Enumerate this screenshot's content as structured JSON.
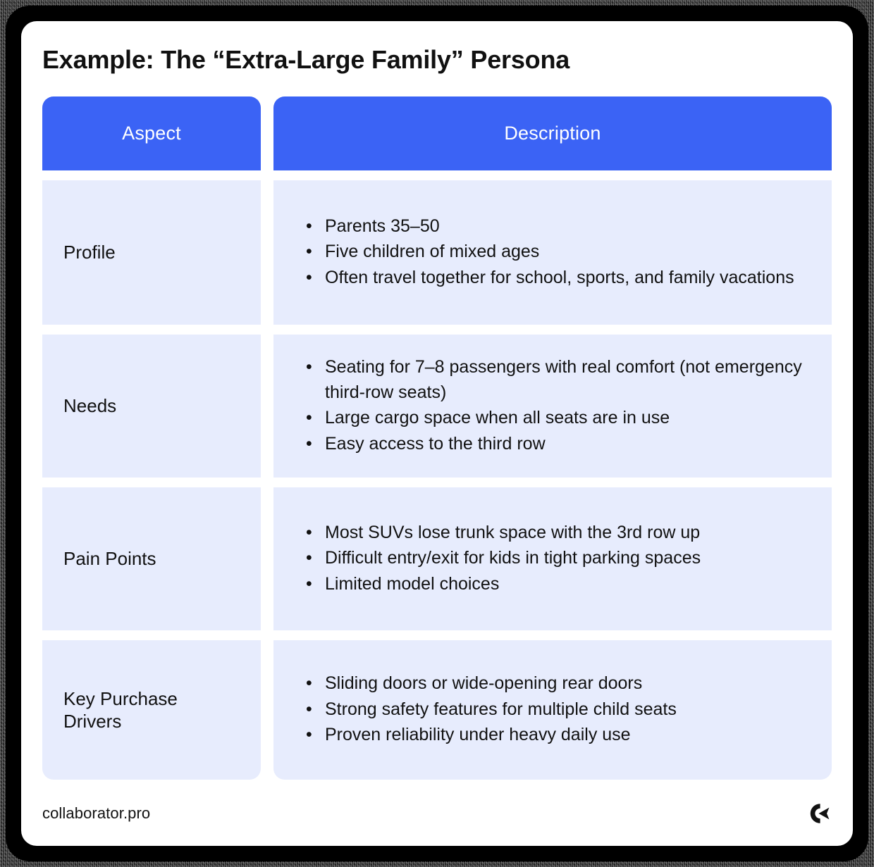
{
  "page": {
    "title": "Example: The “Extra-Large Family” Persona"
  },
  "colors": {
    "header_blue": "#3b63f5",
    "cell_background": "#e7ecfd",
    "text": "#111111",
    "card_background": "#ffffff",
    "frame": "#000000"
  },
  "table": {
    "headers": {
      "aspect": "Aspect",
      "description": "Description"
    },
    "rows": [
      {
        "aspect": "Profile",
        "bullets": [
          "Parents 35–50",
          "Five children of mixed ages",
          "Often travel together for school, sports, and family vacations"
        ]
      },
      {
        "aspect": "Needs",
        "bullets": [
          "Seating for 7–8 passengers with real comfort (not emergency third-row seats)",
          "Large cargo space when all seats are in use",
          "Easy access to the third row"
        ]
      },
      {
        "aspect": "Pain Points",
        "bullets": [
          "Most SUVs lose trunk space with the 3rd row up",
          "Difficult entry/exit for kids in tight parking spaces",
          "Limited model choices"
        ]
      },
      {
        "aspect": "Key Purchase Drivers",
        "bullets": [
          "Sliding doors or wide-opening rear doors",
          "Strong safety features for multiple child seats",
          "Proven reliability under heavy daily use"
        ]
      }
    ]
  },
  "footer": {
    "site": "collaborator.pro",
    "logo_name": "collaborator-logo-icon"
  }
}
